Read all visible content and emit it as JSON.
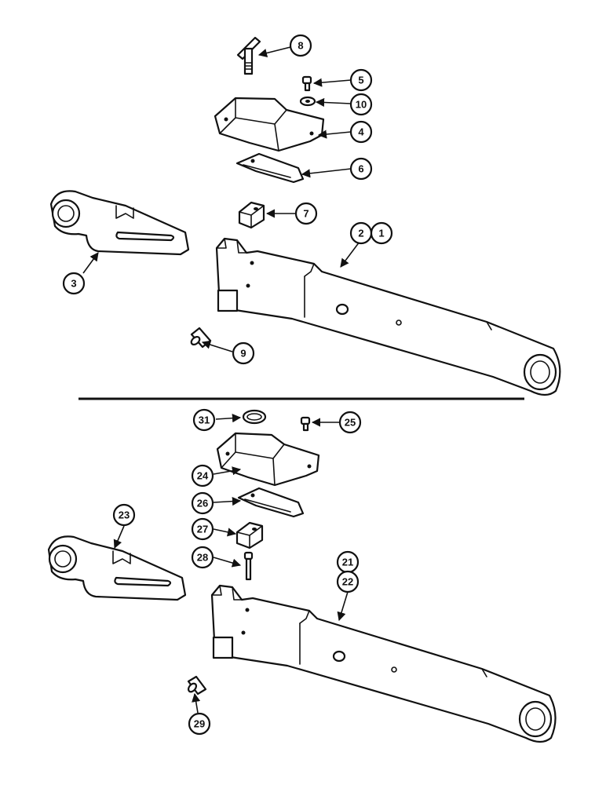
{
  "callouts": {
    "c8": "8",
    "c5": "5",
    "c10": "10",
    "c4": "4",
    "c6": "6",
    "c7": "7",
    "c2": "2",
    "c1": "1",
    "c3": "3",
    "c9": "9",
    "c31": "31",
    "c25": "25",
    "c24": "24",
    "c26": "26",
    "c27": "27",
    "c23": "23",
    "c28": "28",
    "c21": "21",
    "c22": "22",
    "c29": "29"
  }
}
